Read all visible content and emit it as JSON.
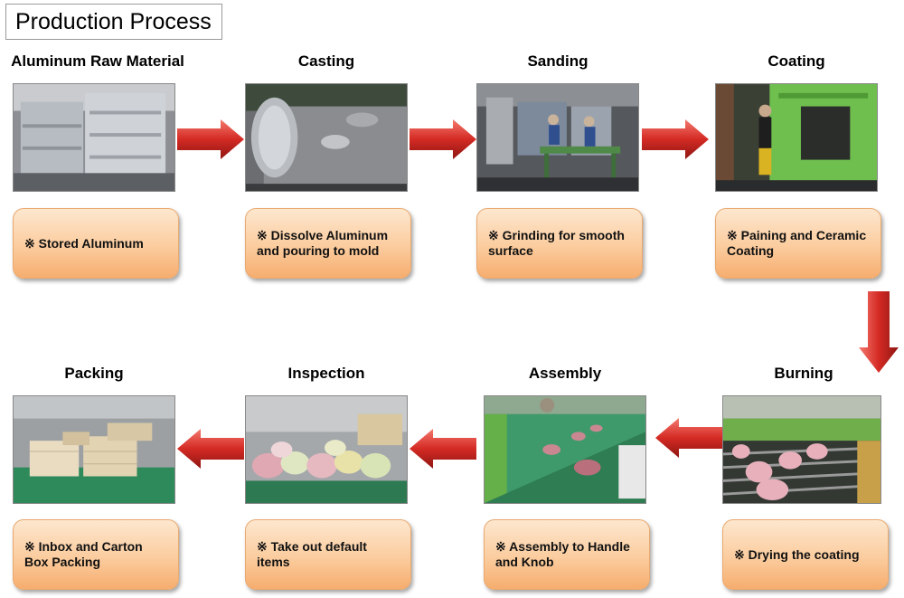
{
  "page": {
    "title": "Production Process"
  },
  "steps": [
    {
      "id": "raw-material",
      "title": "Aluminum Raw Material",
      "description": "※ Stored Aluminum"
    },
    {
      "id": "casting",
      "title": "Casting",
      "description": "※ Dissolve Aluminum and pouring to mold"
    },
    {
      "id": "sanding",
      "title": "Sanding",
      "description": "※ Grinding for smooth surface"
    },
    {
      "id": "coating",
      "title": "Coating",
      "description": "※ Paining and Ceramic Coating"
    },
    {
      "id": "burning",
      "title": "Burning",
      "description": "※ Drying the coating"
    },
    {
      "id": "assembly",
      "title": "Assembly",
      "description": "※ Assembly to Handle and Knob"
    },
    {
      "id": "inspection",
      "title": "Inspection",
      "description": "※ Take out default items"
    },
    {
      "id": "packing",
      "title": "Packing",
      "description": "※ Inbox and Carton Box Packing"
    }
  ],
  "colors": {
    "arrow": "#d42a24",
    "card_top": "#fde7cf",
    "card_bottom": "#f6ad6f",
    "card_border": "#e9a96f"
  }
}
